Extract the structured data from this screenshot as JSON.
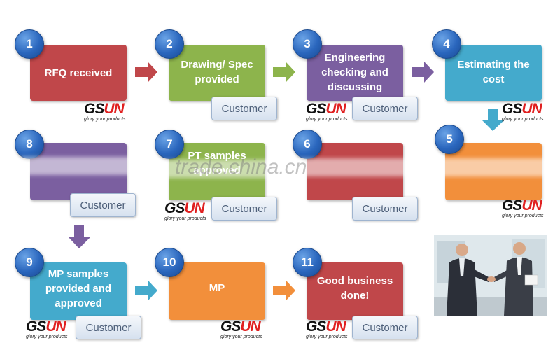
{
  "steps": [
    {
      "num": "1",
      "label": "RFQ received",
      "color": "#c0474a"
    },
    {
      "num": "2",
      "label": "Drawing/ Spec provided",
      "color": "#8db44c"
    },
    {
      "num": "3",
      "label": "Engineering checking and discussing",
      "color": "#7b5fa0"
    },
    {
      "num": "4",
      "label": "Estimating the cost",
      "color": "#44aacc"
    },
    {
      "num": "5",
      "label": "",
      "color": "#f28f3b"
    },
    {
      "num": "6",
      "label": "",
      "color": "#c0474a"
    },
    {
      "num": "7",
      "label": "PT samples approved",
      "color": "#8db44c"
    },
    {
      "num": "8",
      "label": "",
      "color": "#7b5fa0"
    },
    {
      "num": "9",
      "label": "MP samples provided and approved",
      "color": "#44aacc"
    },
    {
      "num": "10",
      "label": "MP",
      "color": "#f28f3b"
    },
    {
      "num": "11",
      "label": "Good business done!",
      "color": "#c0474a"
    }
  ],
  "customer_label": "Customer",
  "logo": {
    "mark_g": "G",
    "mark_s": "S",
    "mark_un": "UN",
    "tagline": "glory your products"
  },
  "watermark": "trade.china.cn",
  "photo": {
    "subject": "business-handshake"
  }
}
